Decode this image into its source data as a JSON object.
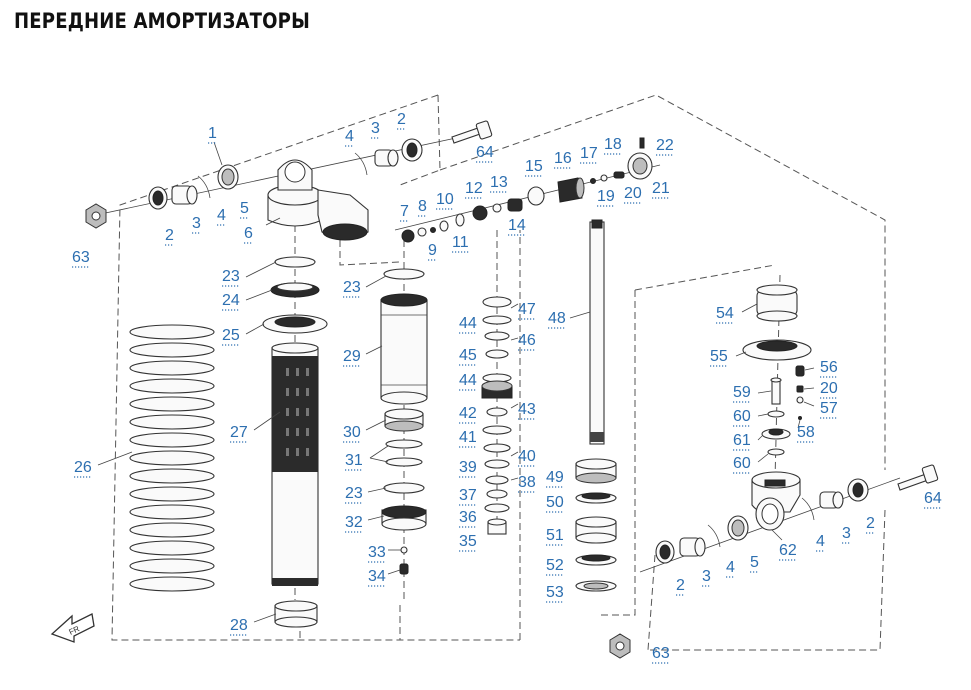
{
  "title": "ПЕРЕДНИЕ АМОРТИЗАТОРЫ",
  "callouts": [
    {
      "id": "c1",
      "text": "1"
    },
    {
      "id": "c2a",
      "text": "2"
    },
    {
      "id": "c3a",
      "text": "3"
    },
    {
      "id": "c4a",
      "text": "4"
    },
    {
      "id": "c5a",
      "text": "5"
    },
    {
      "id": "c6",
      "text": "6"
    },
    {
      "id": "c63a",
      "text": "63"
    },
    {
      "id": "c4b",
      "text": "4"
    },
    {
      "id": "c3b",
      "text": "3"
    },
    {
      "id": "c2b",
      "text": "2"
    },
    {
      "id": "c64a",
      "text": "64"
    },
    {
      "id": "c7",
      "text": "7"
    },
    {
      "id": "c8",
      "text": "8"
    },
    {
      "id": "c9",
      "text": "9"
    },
    {
      "id": "c10",
      "text": "10"
    },
    {
      "id": "c11",
      "text": "11"
    },
    {
      "id": "c12",
      "text": "12"
    },
    {
      "id": "c13",
      "text": "13"
    },
    {
      "id": "c14",
      "text": "14"
    },
    {
      "id": "c15",
      "text": "15"
    },
    {
      "id": "c16",
      "text": "16"
    },
    {
      "id": "c17",
      "text": "17"
    },
    {
      "id": "c18",
      "text": "18"
    },
    {
      "id": "c19",
      "text": "19"
    },
    {
      "id": "c20a",
      "text": "20"
    },
    {
      "id": "c21",
      "text": "21"
    },
    {
      "id": "c22",
      "text": "22"
    },
    {
      "id": "c23a",
      "text": "23"
    },
    {
      "id": "c24",
      "text": "24"
    },
    {
      "id": "c25",
      "text": "25"
    },
    {
      "id": "c23b",
      "text": "23"
    },
    {
      "id": "c29",
      "text": "29"
    },
    {
      "id": "c26",
      "text": "26"
    },
    {
      "id": "c27",
      "text": "27"
    },
    {
      "id": "c28",
      "text": "28"
    },
    {
      "id": "c30",
      "text": "30"
    },
    {
      "id": "c31",
      "text": "31"
    },
    {
      "id": "c23c",
      "text": "23"
    },
    {
      "id": "c32",
      "text": "32"
    },
    {
      "id": "c33",
      "text": "33"
    },
    {
      "id": "c34",
      "text": "34"
    },
    {
      "id": "c47",
      "text": "47"
    },
    {
      "id": "c44a",
      "text": "44"
    },
    {
      "id": "c46",
      "text": "46"
    },
    {
      "id": "c45",
      "text": "45"
    },
    {
      "id": "c44b",
      "text": "44"
    },
    {
      "id": "c43",
      "text": "43"
    },
    {
      "id": "c42",
      "text": "42"
    },
    {
      "id": "c41",
      "text": "41"
    },
    {
      "id": "c40",
      "text": "40"
    },
    {
      "id": "c39",
      "text": "39"
    },
    {
      "id": "c38",
      "text": "38"
    },
    {
      "id": "c37",
      "text": "37"
    },
    {
      "id": "c36",
      "text": "36"
    },
    {
      "id": "c35",
      "text": "35"
    },
    {
      "id": "c48",
      "text": "48"
    },
    {
      "id": "c49",
      "text": "49"
    },
    {
      "id": "c50",
      "text": "50"
    },
    {
      "id": "c51",
      "text": "51"
    },
    {
      "id": "c52",
      "text": "52"
    },
    {
      "id": "c53",
      "text": "53"
    },
    {
      "id": "c54",
      "text": "54"
    },
    {
      "id": "c55",
      "text": "55"
    },
    {
      "id": "c56",
      "text": "56"
    },
    {
      "id": "c20b",
      "text": "20"
    },
    {
      "id": "c57",
      "text": "57"
    },
    {
      "id": "c59",
      "text": "59"
    },
    {
      "id": "c60a",
      "text": "60"
    },
    {
      "id": "c58",
      "text": "58"
    },
    {
      "id": "c61",
      "text": "61"
    },
    {
      "id": "c60b",
      "text": "60"
    },
    {
      "id": "c64b",
      "text": "64"
    },
    {
      "id": "c2c",
      "text": "2"
    },
    {
      "id": "c3c",
      "text": "3"
    },
    {
      "id": "c4c",
      "text": "4"
    },
    {
      "id": "c5b",
      "text": "5"
    },
    {
      "id": "c62",
      "text": "62"
    },
    {
      "id": "c4d",
      "text": "4"
    },
    {
      "id": "c3d",
      "text": "3"
    },
    {
      "id": "c2d",
      "text": "2"
    },
    {
      "id": "c63b",
      "text": "63"
    }
  ],
  "icons": {
    "front_arrow": "front-direction-arrow-icon"
  },
  "colors": {
    "callout": "#2d6fb0",
    "lines": "#444444",
    "title": "#111111"
  }
}
